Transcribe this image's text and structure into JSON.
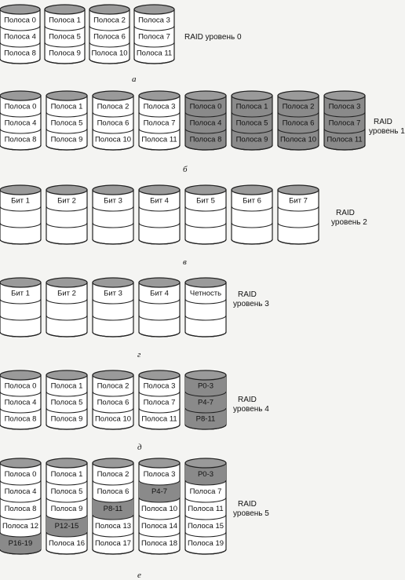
{
  "palette": {
    "disk_fill": "#ffffff",
    "disk_top": "#9a9a9a",
    "disk_stroke": "#222222",
    "parity_fill": "#8a8a8a"
  },
  "sections": [
    {
      "caption": "а",
      "label": [
        "RAID уровень 0"
      ],
      "disks": [
        {
          "cells": [
            {
              "t": "Полоса 0"
            },
            {
              "t": "Полоса 4"
            },
            {
              "t": "Полоса 8"
            }
          ]
        },
        {
          "cells": [
            {
              "t": "Полоса 1"
            },
            {
              "t": "Полоса 5"
            },
            {
              "t": "Полоса 9"
            }
          ]
        },
        {
          "cells": [
            {
              "t": "Полоса 2"
            },
            {
              "t": "Полоса 6"
            },
            {
              "t": "Полоса 10"
            }
          ]
        },
        {
          "cells": [
            {
              "t": "Полоса 3"
            },
            {
              "t": "Полоса 7"
            },
            {
              "t": "Полоса 11"
            }
          ]
        }
      ]
    },
    {
      "caption": "б",
      "label": [
        "RAID",
        "уровень 1"
      ],
      "disks": [
        {
          "cells": [
            {
              "t": "Полоса 0"
            },
            {
              "t": "Полоса 4"
            },
            {
              "t": "Полоса 8"
            }
          ]
        },
        {
          "cells": [
            {
              "t": "Полоса 1"
            },
            {
              "t": "Полоса 5"
            },
            {
              "t": "Полоса 9"
            }
          ]
        },
        {
          "cells": [
            {
              "t": "Полоса 2"
            },
            {
              "t": "Полоса 6"
            },
            {
              "t": "Полоса 10"
            }
          ]
        },
        {
          "cells": [
            {
              "t": "Полоса 3"
            },
            {
              "t": "Полоса 7"
            },
            {
              "t": "Полоса 11"
            }
          ]
        },
        {
          "shaded": true,
          "cells": [
            {
              "t": "Полоса 0"
            },
            {
              "t": "Полоса 4"
            },
            {
              "t": "Полоса 8"
            }
          ]
        },
        {
          "shaded": true,
          "cells": [
            {
              "t": "Полоса 1"
            },
            {
              "t": "Полоса 5"
            },
            {
              "t": "Полоса 9"
            }
          ]
        },
        {
          "shaded": true,
          "cells": [
            {
              "t": "Полоса 2"
            },
            {
              "t": "Полоса 6"
            },
            {
              "t": "Полоса 10"
            }
          ]
        },
        {
          "shaded": true,
          "cells": [
            {
              "t": "Полоса 3"
            },
            {
              "t": "Полоса 7"
            },
            {
              "t": "Полоса 11"
            }
          ]
        }
      ]
    },
    {
      "caption": "в",
      "label": [
        "RAID",
        "уровень 2"
      ],
      "disks": [
        {
          "cells": [
            {
              "t": "Бит 1"
            },
            {
              "t": ""
            },
            {
              "t": ""
            }
          ]
        },
        {
          "cells": [
            {
              "t": "Бит 2"
            },
            {
              "t": ""
            },
            {
              "t": ""
            }
          ]
        },
        {
          "cells": [
            {
              "t": "Бит 3"
            },
            {
              "t": ""
            },
            {
              "t": ""
            }
          ]
        },
        {
          "cells": [
            {
              "t": "Бит 4"
            },
            {
              "t": ""
            },
            {
              "t": ""
            }
          ]
        },
        {
          "cells": [
            {
              "t": "Бит 5"
            },
            {
              "t": ""
            },
            {
              "t": ""
            }
          ]
        },
        {
          "cells": [
            {
              "t": "Бит 6"
            },
            {
              "t": ""
            },
            {
              "t": ""
            }
          ]
        },
        {
          "cells": [
            {
              "t": "Бит 7"
            },
            {
              "t": ""
            },
            {
              "t": ""
            }
          ]
        }
      ]
    },
    {
      "caption": "г",
      "label": [
        "RAID",
        "уровень 3"
      ],
      "disks": [
        {
          "cells": [
            {
              "t": "Бит 1"
            },
            {
              "t": ""
            },
            {
              "t": ""
            }
          ]
        },
        {
          "cells": [
            {
              "t": "Бит 2"
            },
            {
              "t": ""
            },
            {
              "t": ""
            }
          ]
        },
        {
          "cells": [
            {
              "t": "Бит 3"
            },
            {
              "t": ""
            },
            {
              "t": ""
            }
          ]
        },
        {
          "cells": [
            {
              "t": "Бит 4"
            },
            {
              "t": ""
            },
            {
              "t": ""
            }
          ]
        },
        {
          "cells": [
            {
              "t": "Четность"
            },
            {
              "t": ""
            },
            {
              "t": ""
            }
          ]
        }
      ]
    },
    {
      "caption": "д",
      "label": [
        "RAID",
        "уровень 4"
      ],
      "disks": [
        {
          "cells": [
            {
              "t": "Полоса 0"
            },
            {
              "t": "Полоса 4"
            },
            {
              "t": "Полоса 8"
            }
          ]
        },
        {
          "cells": [
            {
              "t": "Полоса 1"
            },
            {
              "t": "Полоса 5"
            },
            {
              "t": "Полоса 9"
            }
          ]
        },
        {
          "cells": [
            {
              "t": "Полоса 2"
            },
            {
              "t": "Полоса 6"
            },
            {
              "t": "Полоса 10"
            }
          ]
        },
        {
          "cells": [
            {
              "t": "Полоса 3"
            },
            {
              "t": "Полоса 7"
            },
            {
              "t": "Полоса 11"
            }
          ]
        },
        {
          "cells": [
            {
              "t": "P0-3",
              "p": true
            },
            {
              "t": "P4-7",
              "p": true
            },
            {
              "t": "P8-11",
              "p": true
            }
          ]
        }
      ]
    },
    {
      "caption": "е",
      "label": [
        "RAID",
        "уровень 5"
      ],
      "disks": [
        {
          "cells": [
            {
              "t": "Полоса 0"
            },
            {
              "t": "Полоса 4"
            },
            {
              "t": "Полоса 8"
            },
            {
              "t": "Полоса 12"
            },
            {
              "t": "P16-19",
              "p": true
            }
          ]
        },
        {
          "cells": [
            {
              "t": "Полоса 1"
            },
            {
              "t": "Полоса 5"
            },
            {
              "t": "Полоса 9"
            },
            {
              "t": "P12-15",
              "p": true
            },
            {
              "t": "Полоса 16"
            }
          ]
        },
        {
          "cells": [
            {
              "t": "Полоса 2"
            },
            {
              "t": "Полоса 6"
            },
            {
              "t": "P8-11",
              "p": true
            },
            {
              "t": "Полоса 13"
            },
            {
              "t": "Полоса 17"
            }
          ]
        },
        {
          "cells": [
            {
              "t": "Полоса 3"
            },
            {
              "t": "P4-7",
              "p": true
            },
            {
              "t": "Полоса 10"
            },
            {
              "t": "Полоса 14"
            },
            {
              "t": "Полоса 18"
            }
          ]
        },
        {
          "cells": [
            {
              "t": "P0-3",
              "p": true
            },
            {
              "t": "Полоса 7"
            },
            {
              "t": "Полоса 11"
            },
            {
              "t": "Полоса 15"
            },
            {
              "t": "Полоса 19"
            }
          ]
        }
      ]
    }
  ]
}
